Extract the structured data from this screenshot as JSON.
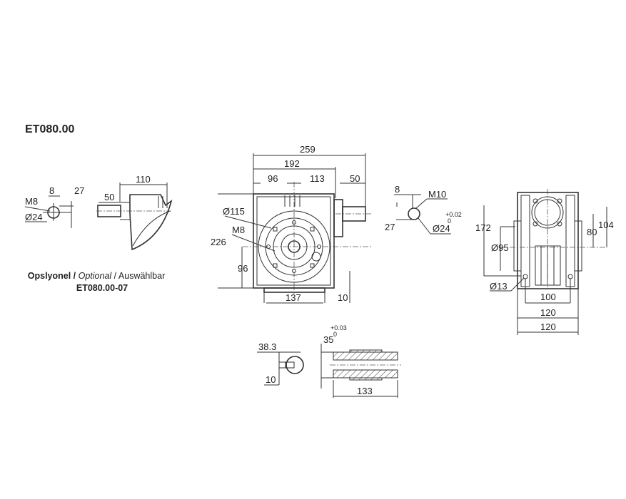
{
  "title": "ET080.00",
  "option_caption": {
    "part1": "Opslyonel / ",
    "part2": "Optional",
    "part3": " / Auswählbar",
    "code": "ET080.00-07"
  },
  "input_shaft_end": {
    "thread": "M8",
    "key_width": "8",
    "height": "27",
    "diameter": "Ø24"
  },
  "option_side_view": {
    "length": "110",
    "shaft_length": "50"
  },
  "front_view": {
    "overall_width": "259",
    "housing_width": "192",
    "left_to_center": "96",
    "center_to_right": "113",
    "shaft_length": "50",
    "flange_diameter": "Ø115",
    "flange_thread": "M8",
    "height": "226",
    "axis_height": "96",
    "foot_width": "137",
    "foot_height": "10"
  },
  "output_shaft_end": {
    "key_width": "8",
    "thread": "M10",
    "height": "27",
    "diameter": "Ø24",
    "tol_upper": "+0.02",
    "tol_lower": "0"
  },
  "side_view": {
    "height": "172",
    "flange_diameter": "Ø95",
    "hole_diameter": "Ø13",
    "center_offset": "80",
    "top_offset": "104",
    "hole_spacing": "100",
    "foot_width": "120",
    "overall_width": "120"
  },
  "hollow_shaft": {
    "keyway_depth": "38.3",
    "keyway_width": "10",
    "bore": "35",
    "tol_upper": "+0.03",
    "tol_lower": "0",
    "length": "133"
  }
}
